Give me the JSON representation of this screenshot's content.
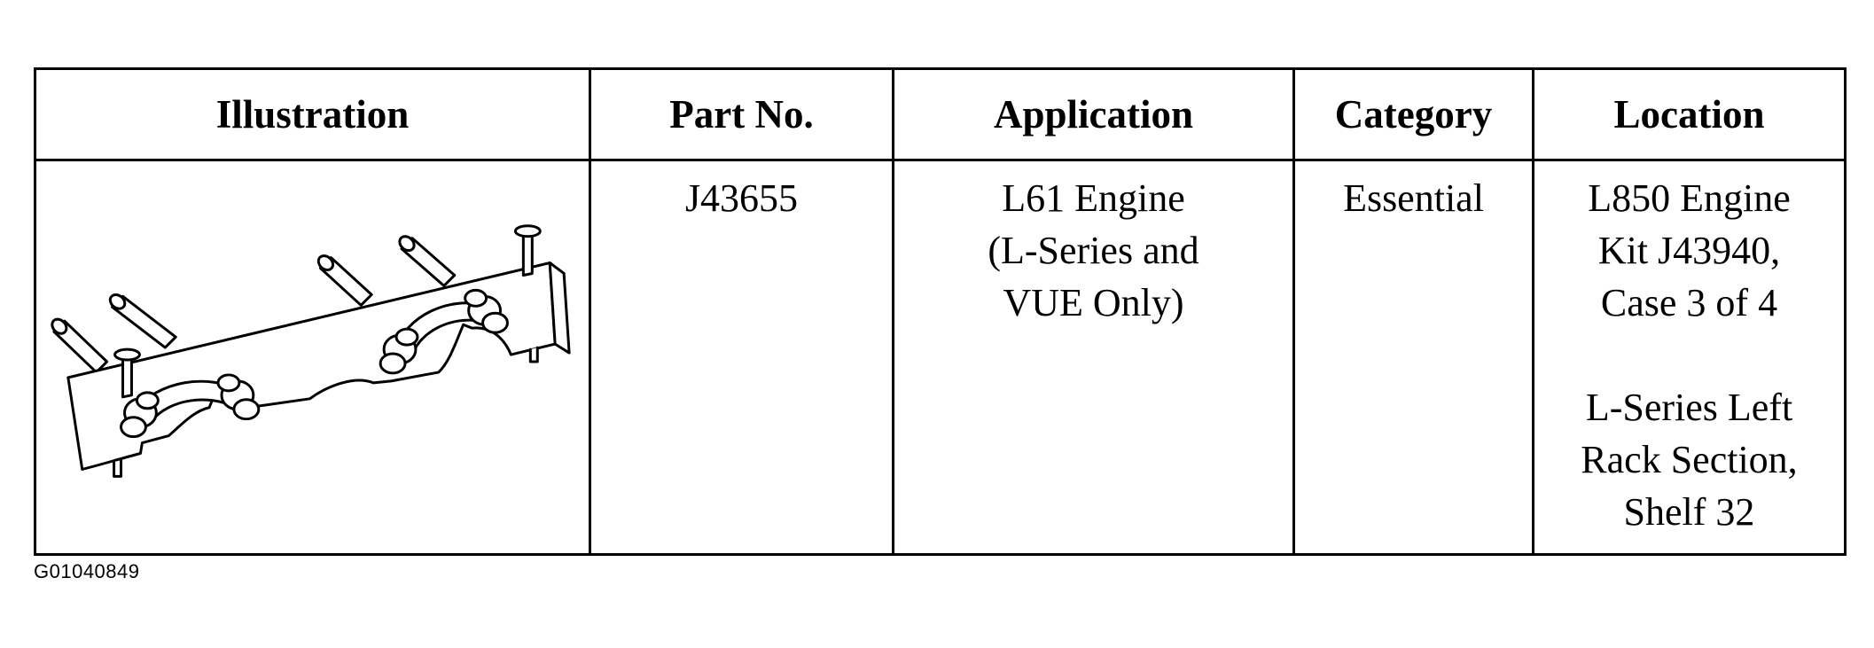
{
  "table": {
    "headers": {
      "illustration": "Illustration",
      "part_no": "Part No.",
      "application": "Application",
      "category": "Category",
      "location": "Location"
    },
    "row": {
      "part_no": "J43655",
      "application_lines": [
        "L61 Engine",
        "(L-Series and",
        "VUE Only)"
      ],
      "category": "Essential",
      "location_block_1": [
        "L850 Engine",
        "Kit J43940,",
        "Case 3 of 4"
      ],
      "location_block_2": [
        "L-Series Left",
        "Rack Section,",
        "Shelf 32"
      ]
    }
  },
  "figure_id": "G01040849"
}
